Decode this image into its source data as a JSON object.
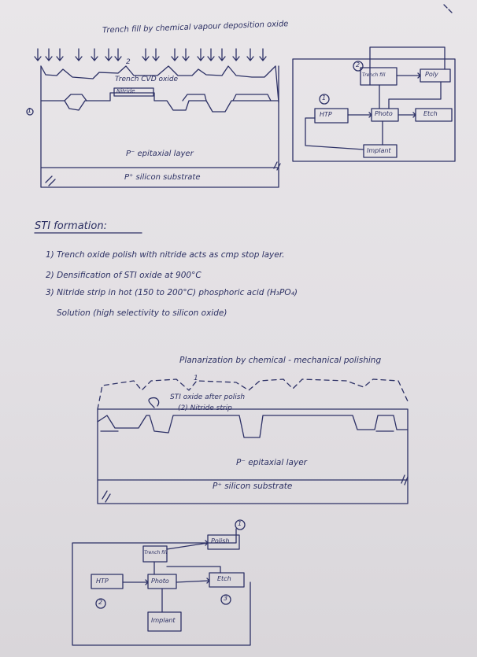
{
  "top_section": {
    "title": "Trench fill by chemical vapour deposition oxide",
    "step_marker": "2",
    "layer_marker": "1",
    "cvd_label": "Trench CVD oxide",
    "nitride_label": "Nitride",
    "epi_label": "P⁻ epitaxial layer",
    "substrate_label": "P⁺ silicon substrate"
  },
  "flow_diagram_top": {
    "marker_1": "1",
    "marker_2": "2",
    "boxes": [
      "HTP",
      "Trench fill",
      "Poly",
      "Photo",
      "Etch",
      "Implant"
    ]
  },
  "sti_section": {
    "heading": "STI formation:",
    "items": [
      "1) Trench oxide polish with nitride acts as cmp stop layer.",
      "2) Densification of STI oxide at 900°C",
      "3) Nitride strip in hot (150 to 200°C) phosphoric acid (H₃PO₄)",
      "Solution (high selectivity to silicon oxide)"
    ]
  },
  "planarization_section": {
    "title": "Planarization by chemical - mechanical polishing",
    "marker_1": "1",
    "annotation_line1": "STI oxide after polish",
    "annotation_line2": "(2) Nitride strip",
    "epi_label": "P⁻ epitaxial layer",
    "substrate_label": "P⁺ silicon substrate"
  },
  "flow_diagram_bottom": {
    "marker_1": "1",
    "marker_2": "2",
    "marker_3": "3",
    "boxes": [
      "HTP",
      "Trench fill",
      "Polish",
      "Photo",
      "Etch",
      "Implant"
    ]
  }
}
